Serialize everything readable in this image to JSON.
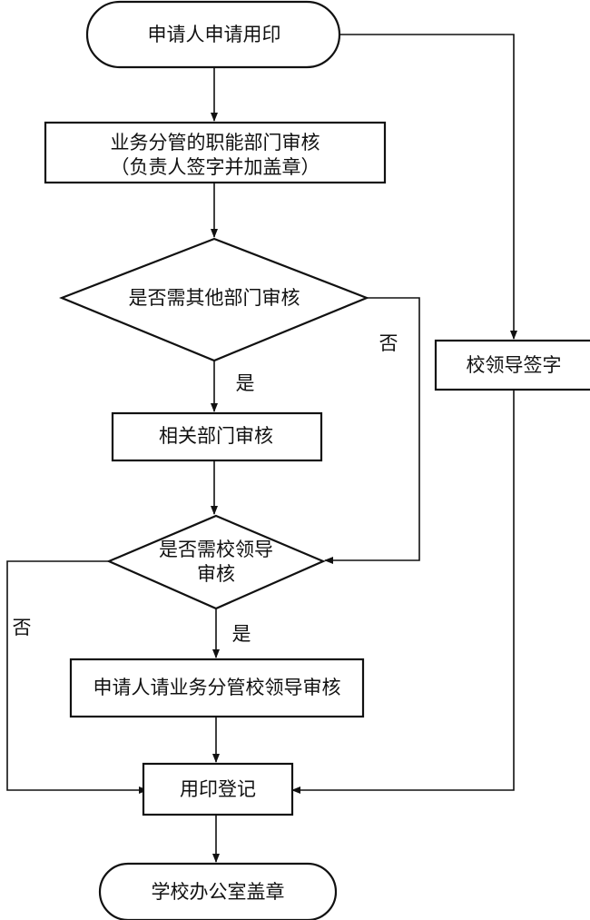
{
  "nodes": {
    "apply": {
      "text": "申请人申请用印"
    },
    "dept_review": {
      "line1": "业务分管的职能部门审核",
      "line2": "（负责人签字并加盖章）"
    },
    "need_other_dept": {
      "text": "是否需其他部门审核"
    },
    "related_dept_review": {
      "text": "相关部门审核"
    },
    "need_leader": {
      "line1": "是否需校领导",
      "line2": "审核"
    },
    "leader_review": {
      "text": "申请人请业务分管校领导审核"
    },
    "leader_sign": {
      "text": "校领导签字"
    },
    "seal_register": {
      "text": "用印登记"
    },
    "office_seal": {
      "text": "学校办公室盖章"
    }
  },
  "labels": {
    "yes_1": "是",
    "no_1": "否",
    "yes_2": "是",
    "no_2": "否"
  },
  "colors": {
    "line": "#111111",
    "fill": "#ffffff",
    "text": "#111111"
  }
}
